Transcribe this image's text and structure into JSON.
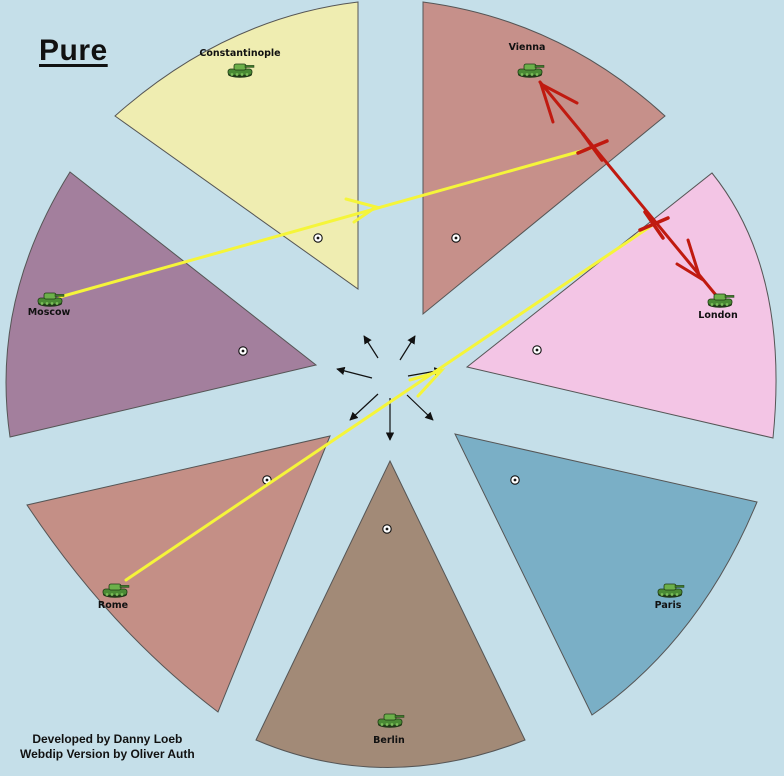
{
  "header": {
    "title": "Pure"
  },
  "credits": {
    "line1": "Developed by Danny Loeb",
    "line2": "Webdip Version by Oliver Auth"
  },
  "colors": {
    "sea": "#c5dfe9",
    "constantinople": "#efedb1",
    "vienna": "#c6908a",
    "london": "#f3c5e5",
    "paris": "#7aafc6",
    "berlin": "#a28a77",
    "rome": "#c48f86",
    "moscow": "#a37f9d",
    "support_arrow": "#f5f53a",
    "attack_arrow": "#c01a10"
  },
  "territories": [
    {
      "id": "constantinople",
      "label": "Constantinople",
      "unit": "army",
      "unit_icon": "tank-icon",
      "supply_icon": "supply-center-icon"
    },
    {
      "id": "vienna",
      "label": "Vienna",
      "unit": "army",
      "unit_icon": "tank-icon",
      "supply_icon": "supply-center-icon"
    },
    {
      "id": "london",
      "label": "London",
      "unit": "army",
      "unit_icon": "tank-icon",
      "supply_icon": "supply-center-icon"
    },
    {
      "id": "paris",
      "label": "Paris",
      "unit": "army",
      "unit_icon": "tank-icon",
      "supply_icon": "supply-center-icon"
    },
    {
      "id": "berlin",
      "label": "Berlin",
      "unit": "army",
      "unit_icon": "tank-icon",
      "supply_icon": "supply-center-icon"
    },
    {
      "id": "rome",
      "label": "Rome",
      "unit": "army",
      "unit_icon": "tank-icon",
      "supply_icon": "supply-center-icon"
    },
    {
      "id": "moscow",
      "label": "Moscow",
      "unit": "army",
      "unit_icon": "tank-icon",
      "supply_icon": "supply-center-icon"
    }
  ],
  "orders": [
    {
      "type": "support",
      "from": "moscow",
      "to": "vienna",
      "target": "london",
      "icon": "support-arrow-icon"
    },
    {
      "type": "support",
      "from": "rome",
      "to": "london",
      "target": "vienna",
      "icon": "support-arrow-icon"
    },
    {
      "type": "move",
      "from": "london",
      "to": "vienna",
      "status": "failed",
      "icon": "move-arrow-icon"
    },
    {
      "type": "move",
      "from": "vienna",
      "to": "london",
      "status": "failed",
      "icon": "move-arrow-icon"
    }
  ]
}
